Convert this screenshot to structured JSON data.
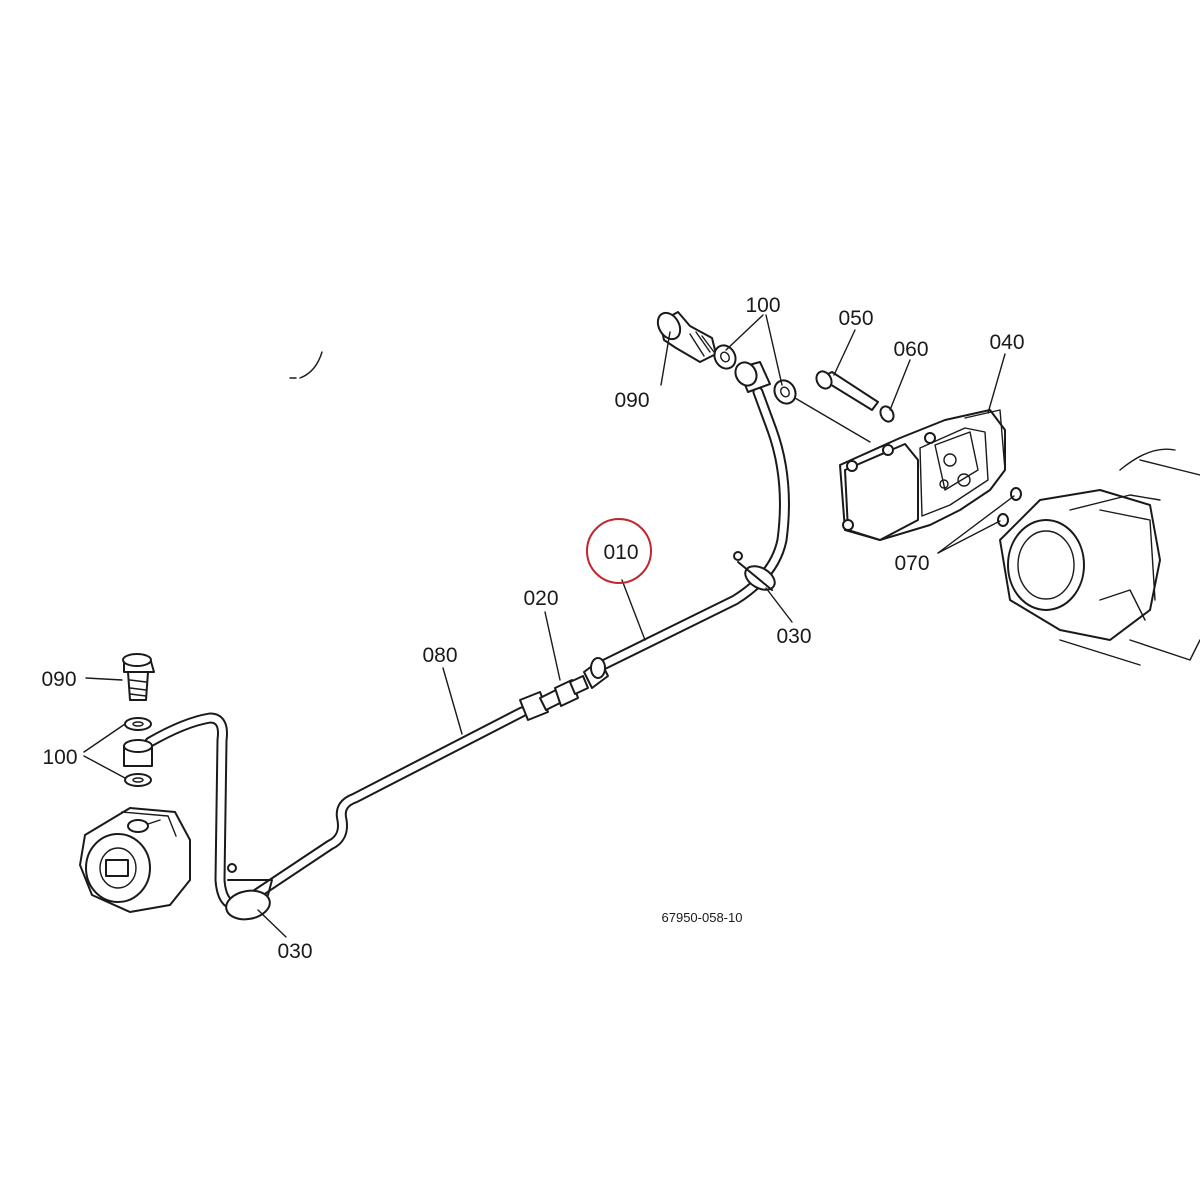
{
  "diagram": {
    "drawing_number": "67950-058-10",
    "highlight_color": "#c0262d",
    "callouts": [
      {
        "key": "c010",
        "text": "010",
        "highlighted": true
      },
      {
        "key": "c020",
        "text": "020"
      },
      {
        "key": "c030a",
        "text": "030"
      },
      {
        "key": "c030b",
        "text": "030"
      },
      {
        "key": "c040",
        "text": "040"
      },
      {
        "key": "c050",
        "text": "050"
      },
      {
        "key": "c060",
        "text": "060"
      },
      {
        "key": "c070",
        "text": "070"
      },
      {
        "key": "c080",
        "text": "080"
      },
      {
        "key": "c090a",
        "text": "090"
      },
      {
        "key": "c090b",
        "text": "090"
      },
      {
        "key": "c100a",
        "text": "100"
      },
      {
        "key": "c100b",
        "text": "100"
      }
    ]
  }
}
